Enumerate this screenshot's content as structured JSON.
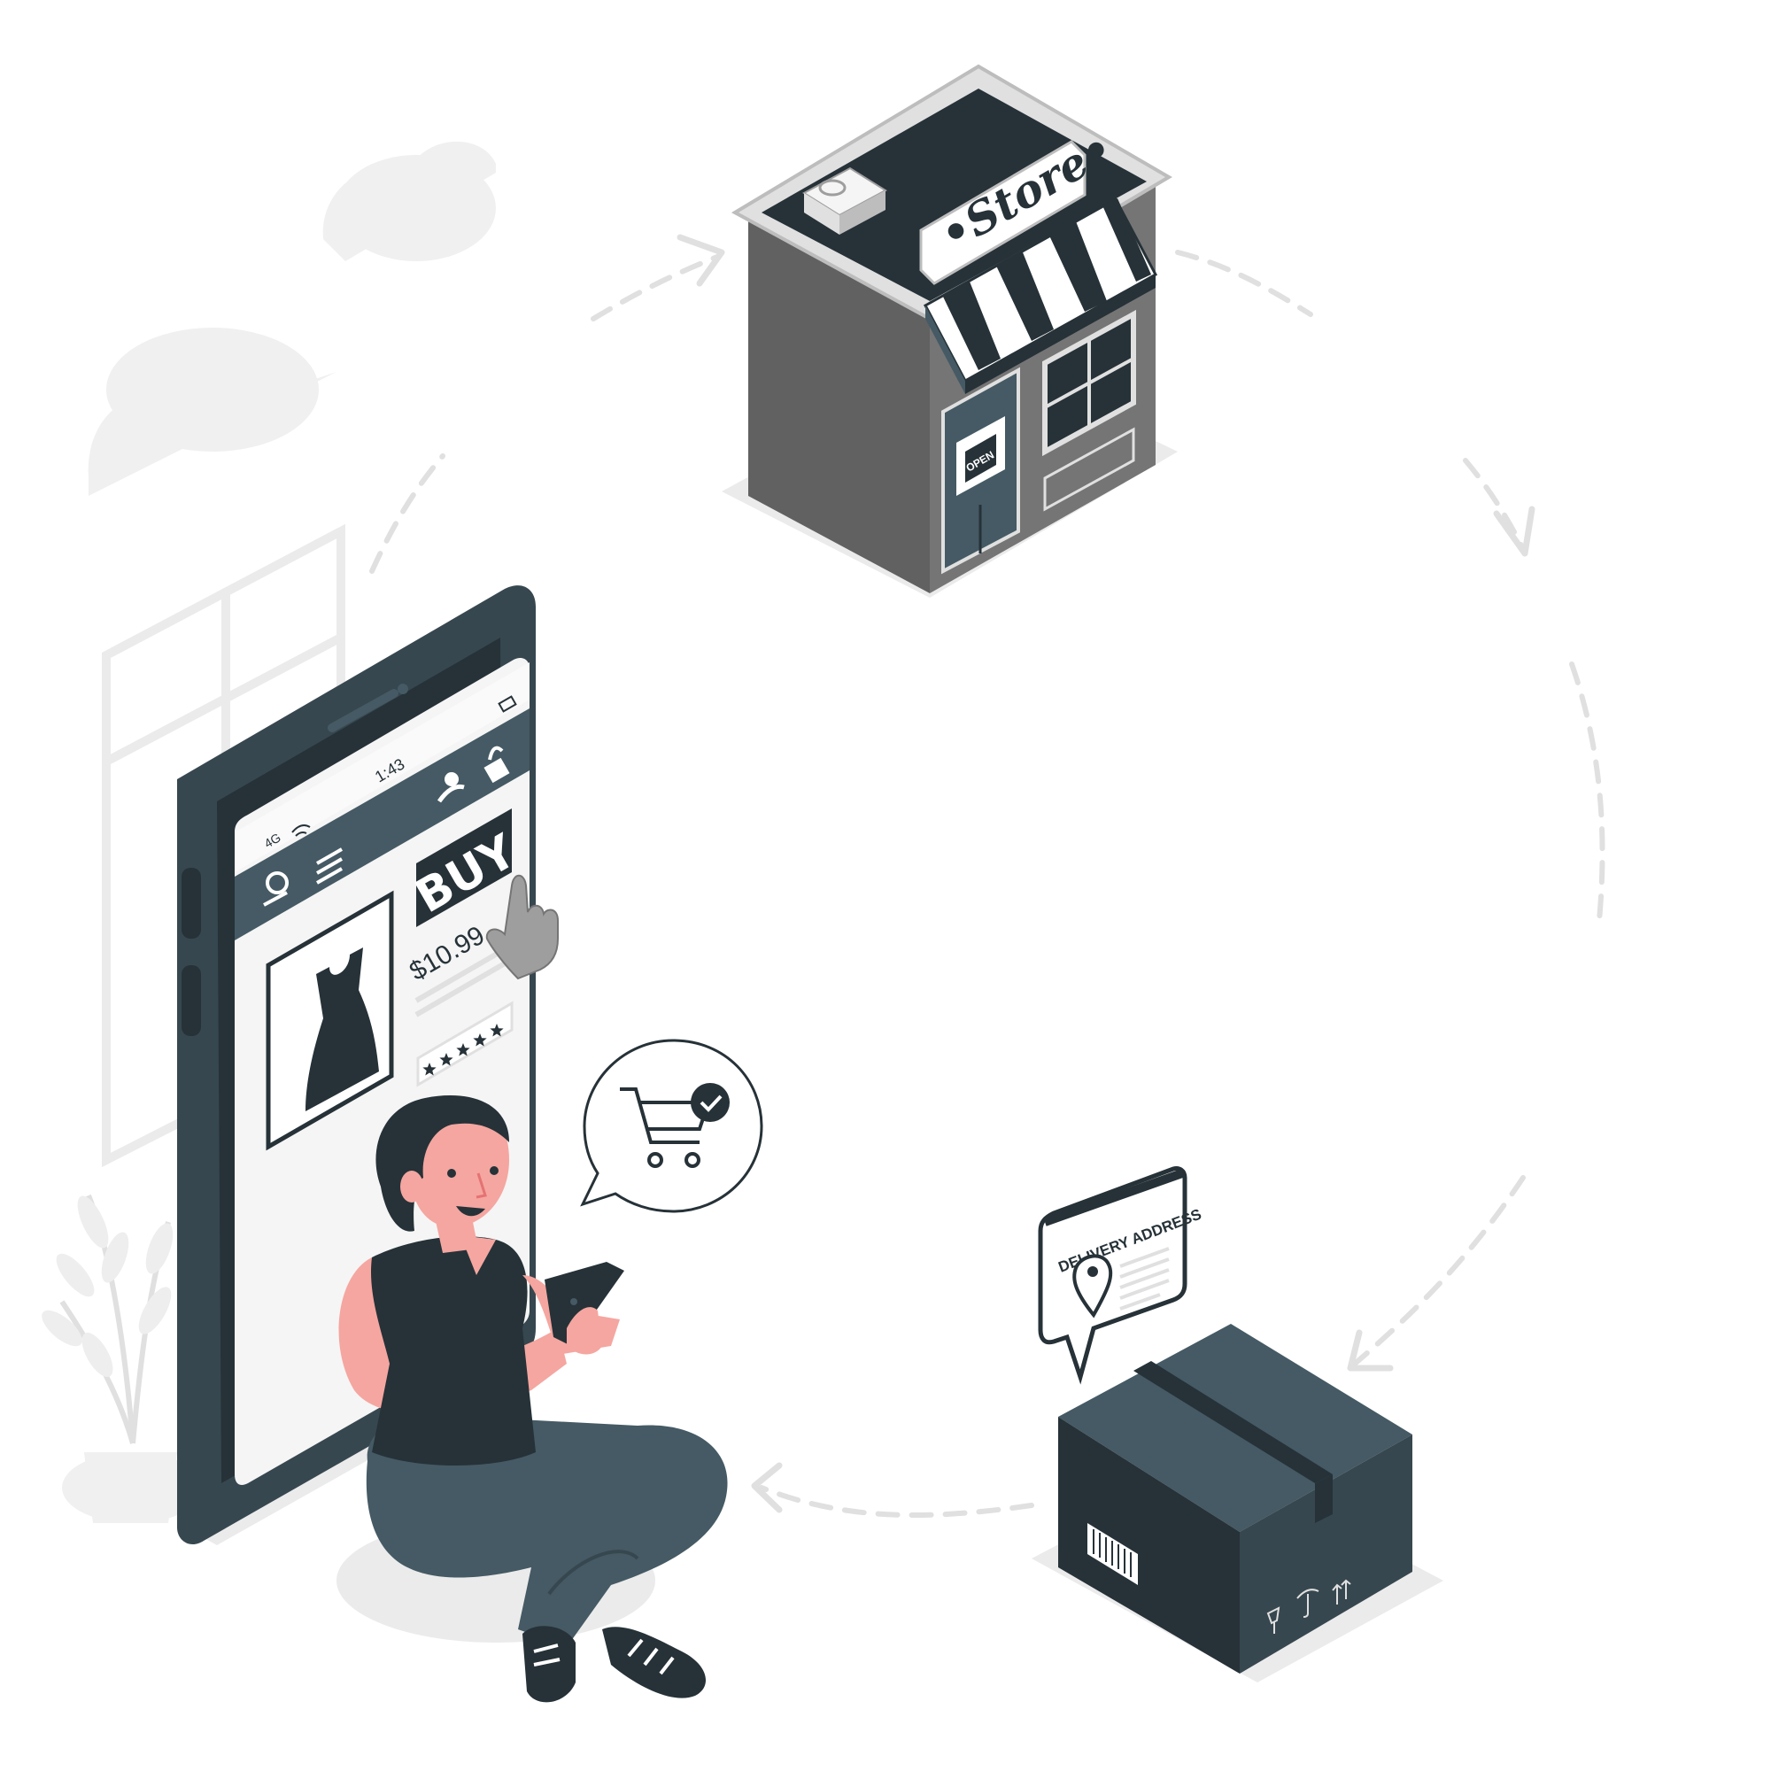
{
  "store": {
    "sign_text": "•Store•",
    "door_sign_text": "OPEN"
  },
  "phone": {
    "status_signal_text": "4G",
    "status_time": "1:43",
    "buy_button_label": "BUY",
    "product_price": "$10.99",
    "product_rating_stars": 5
  },
  "delivery_card": {
    "title": "DELIVERY ADDRESS"
  },
  "colors": {
    "dark": "#263238",
    "slate": "#455a64",
    "gray": "#616161",
    "light_gray": "#ebebeb",
    "skin": "#f5a6a0",
    "white": "#ffffff"
  },
  "icons": {
    "cart": "shopping-cart-icon",
    "check": "check-icon",
    "location": "location-pin-icon",
    "user": "user-icon",
    "lock": "lock-icon",
    "menu": "menu-icon",
    "wifi": "wifi-icon",
    "battery": "battery-icon",
    "barcode": "barcode-icon"
  }
}
